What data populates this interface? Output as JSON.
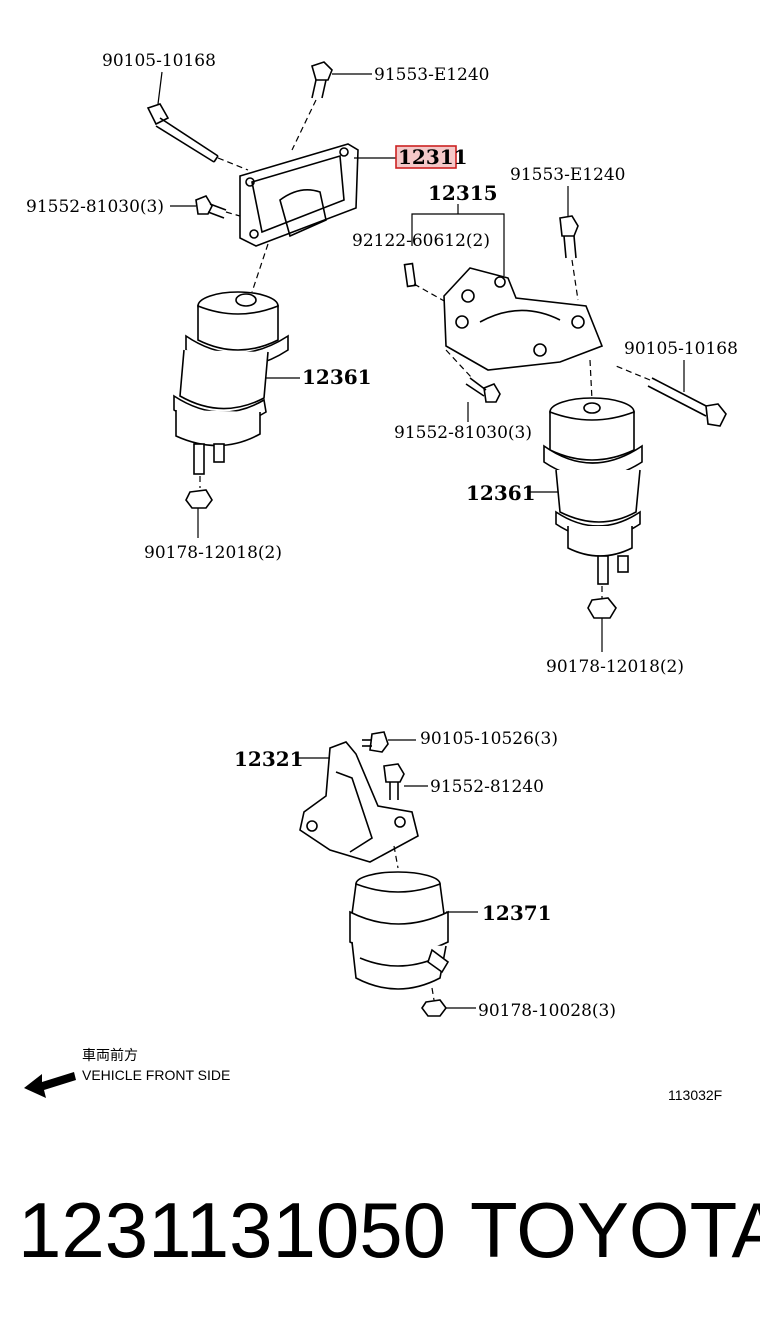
{
  "labels": {
    "l1": "90105-10168",
    "l2": "91553-E1240",
    "l3": "12311",
    "l4": "91552-81030(3)",
    "l5": "12315",
    "l6": "91553-E1240",
    "l7": "92122-60612(2)",
    "l8": "90105-10168",
    "l9": "12361",
    "l10": "91552-81030(3)",
    "l11": "12361",
    "l12": "90178-12018(2)",
    "l13": "90178-12018(2)",
    "l14": "90105-10526(3)",
    "l15": "12321",
    "l16": "91552-81240",
    "l17": "12371",
    "l18": "90178-10028(3)"
  },
  "direction": {
    "jp": "車両前方",
    "en": "VEHICLE FRONT SIDE"
  },
  "code": "113032F",
  "footer": {
    "part_number": "1231131050",
    "brand": "TOYOTA"
  },
  "highlight_color": "#cc2222"
}
